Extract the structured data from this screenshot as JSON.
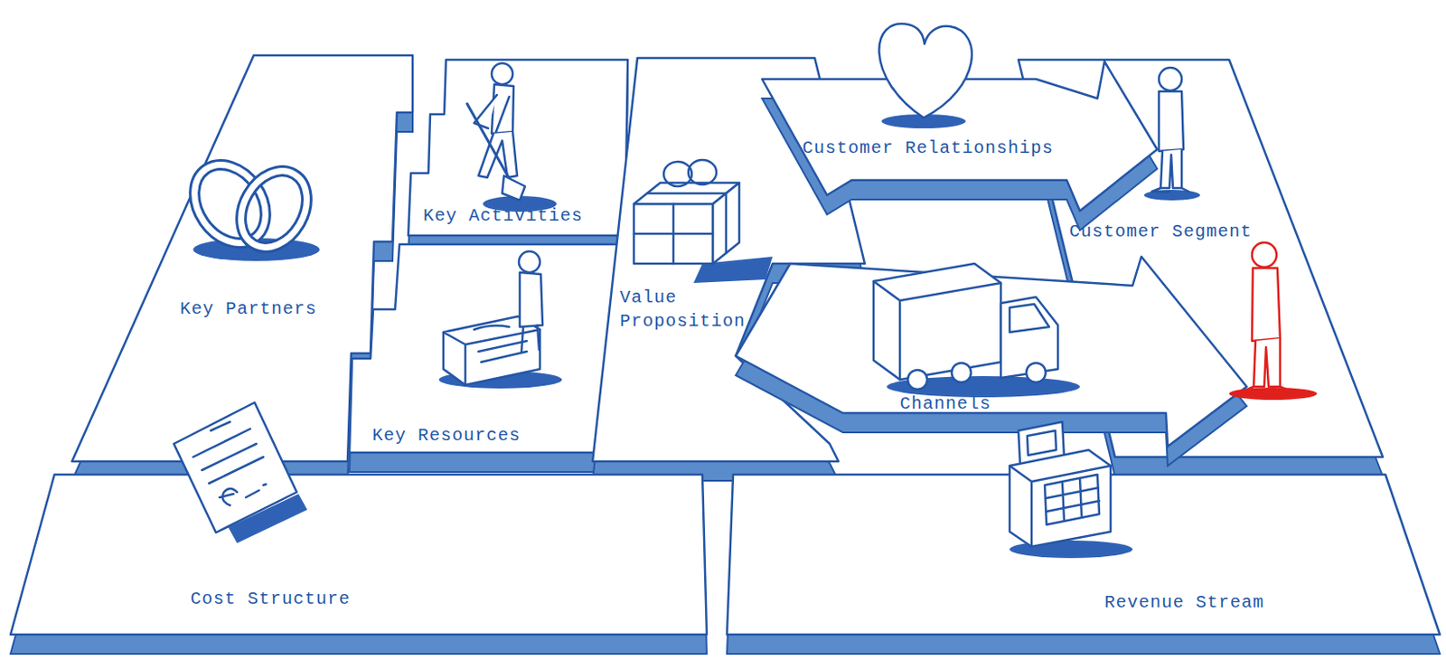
{
  "diagram": {
    "nodes": [
      {
        "text": [
          "Key Partners"
        ]
      },
      {
        "text": [
          "Key Activities"
        ]
      },
      {
        "text": [
          "Key Resources"
        ]
      },
      {
        "text": [
          "Value Proposition"
        ]
      },
      {
        "text": [
          "Customer Relationships"
        ]
      },
      {
        "text": [
          "Channels"
        ]
      },
      {
        "text": [
          "Customer Segment"
        ]
      },
      {
        "text": [
          "Cost Structure"
        ]
      },
      {
        "text": [
          "Revenue Stream"
        ]
      }
    ]
  }
}
